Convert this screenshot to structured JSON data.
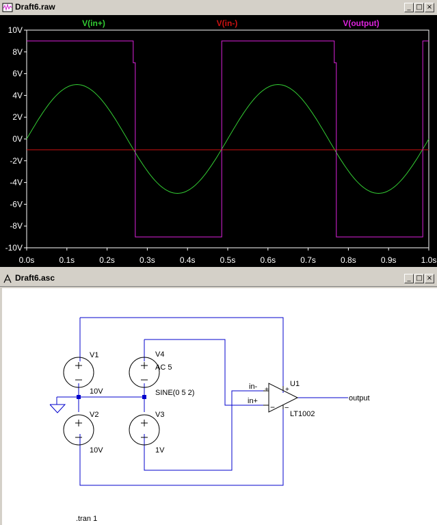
{
  "plot_window": {
    "title": "Draft6.raw",
    "min_label": "_",
    "max_label": "□",
    "close_label": "×"
  },
  "schematic_window": {
    "title": "Draft6.asc",
    "min_label": "_",
    "max_label": "□",
    "close_label": "×"
  },
  "colors": {
    "plot_bg": "#000000",
    "axis": "#ffffff",
    "grid": "#666666",
    "in_plus": "#33cc33",
    "in_minus": "#cc1111",
    "output": "#dd22dd",
    "wire": "#0000cc",
    "component": "#000000"
  },
  "chart_data": {
    "type": "line",
    "title": "",
    "xlabel": "",
    "ylabel": "",
    "xlim": [
      0,
      1
    ],
    "ylim": [
      -10,
      10
    ],
    "x_ticks": [
      "0.0s",
      "0.1s",
      "0.2s",
      "0.3s",
      "0.4s",
      "0.5s",
      "0.6s",
      "0.7s",
      "0.8s",
      "0.9s",
      "1.0s"
    ],
    "y_ticks": [
      "10V",
      "8V",
      "6V",
      "4V",
      "2V",
      "0V",
      "-2V",
      "-4V",
      "-6V",
      "-8V",
      "-10V"
    ],
    "series": [
      {
        "name": "V(in+)",
        "color": "#33cc33",
        "x": [
          0,
          0.05,
          0.1,
          0.125,
          0.15,
          0.2,
          0.25,
          0.3,
          0.35,
          0.375,
          0.4,
          0.45,
          0.5,
          0.55,
          0.6,
          0.625,
          0.65,
          0.7,
          0.75,
          0.8,
          0.85,
          0.875,
          0.9,
          0.95,
          1.0
        ],
        "values": [
          0,
          2.94,
          4.76,
          5.0,
          4.76,
          2.94,
          0,
          -2.94,
          -4.76,
          -5.0,
          -4.76,
          -2.94,
          0,
          2.94,
          4.76,
          5.0,
          4.76,
          2.94,
          0,
          -2.94,
          -4.76,
          -5.0,
          -4.76,
          -2.94,
          0
        ]
      },
      {
        "name": "V(in-)",
        "color": "#cc1111",
        "x": [
          0,
          1.0
        ],
        "values": [
          -1,
          -1
        ]
      },
      {
        "name": "V(output)",
        "color": "#dd22dd",
        "x": [
          0,
          0.265,
          0.265,
          0.27,
          0.27,
          0.485,
          0.485,
          0.765,
          0.765,
          0.77,
          0.77,
          0.985,
          0.985,
          1.0
        ],
        "values": [
          9,
          9,
          7,
          7,
          -9,
          -9,
          9,
          9,
          7,
          7,
          -9,
          -9,
          9,
          9
        ]
      }
    ]
  },
  "schematic": {
    "v1": {
      "name": "V1",
      "value": "10V"
    },
    "v2": {
      "name": "V2",
      "value": "10V"
    },
    "v3": {
      "name": "V3",
      "value": "1V"
    },
    "v4": {
      "name": "V4",
      "value": "AC 5",
      "value2": "SINE(0 5 2)"
    },
    "u1": {
      "name": "U1",
      "part": "LT1002"
    },
    "net_in_minus": "in-",
    "net_in_plus": "in+",
    "net_output": "output",
    "directive": ".tran 1"
  }
}
